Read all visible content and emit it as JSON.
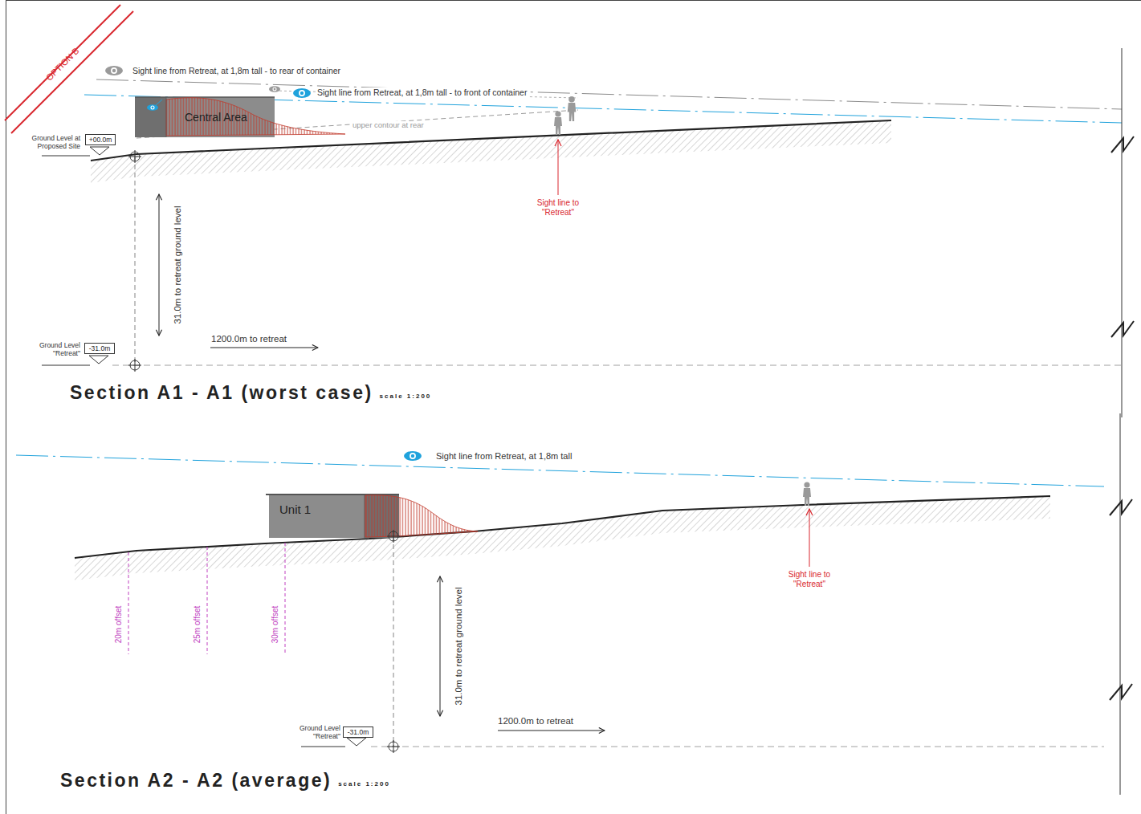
{
  "diagram": {
    "nodes": [
      {
        "text": [
          "Central Area"
        ]
      },
      {
        "text": [
          "+00.0m"
        ]
      },
      {
        "text": [
          "-31.0m"
        ]
      },
      {
        "text": [
          "Unit 1"
        ]
      },
      {
        "text": [
          "-31.0m"
        ]
      }
    ],
    "labels": [
      "OPTION B",
      "Sight line from Retreat, at 1,8m tall - to rear of container",
      "Sight line from Retreat, at 1,8m tall - to front of container",
      "upper contour at rear",
      "Ground Level at Proposed Site",
      "Sight line to \"Retreat\"",
      "31.0m to retreat ground level",
      "1200.0m to retreat",
      "Ground Level \"Retreat\"",
      "Section A1 - A1 (worst case)",
      "scale 1:200",
      "Sight line from Retreat, at 1,8m tall",
      "20m offset",
      "25m offset",
      "30m offset",
      "Sight line to \"Retreat\"",
      "31.0m to retreat ground level",
      "1200.0m to retreat",
      "Ground Level \"Retreat\"",
      "Section A2 - A2 (average)",
      "scale 1:200"
    ]
  }
}
